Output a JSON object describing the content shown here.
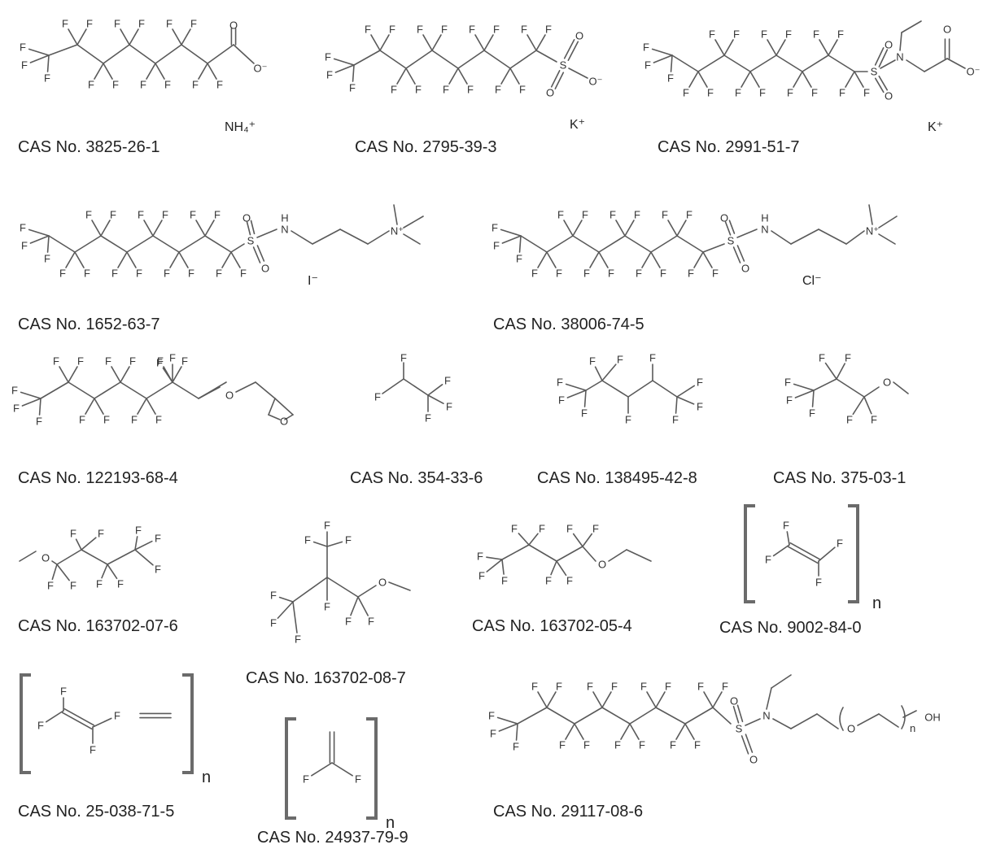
{
  "compounds": [
    {
      "cas": "CAS No. 3825-26-1",
      "counterion": "NH₄⁺"
    },
    {
      "cas": "CAS No. 2795-39-3",
      "counterion": "K⁺"
    },
    {
      "cas": "CAS No. 2991-51-7",
      "counterion": "K⁺"
    },
    {
      "cas": "CAS No. 1652-63-7",
      "counterion": "I⁻"
    },
    {
      "cas": "CAS No. 38006-74-5",
      "counterion": "Cl⁻"
    },
    {
      "cas": "CAS No. 122193-68-4"
    },
    {
      "cas": "CAS No. 354-33-6"
    },
    {
      "cas": "CAS No. 138495-42-8"
    },
    {
      "cas": "CAS No. 375-03-1"
    },
    {
      "cas": "CAS No. 163702-07-6"
    },
    {
      "cas": "CAS No. 163702-08-7"
    },
    {
      "cas": "CAS No. 163702-05-4"
    },
    {
      "cas": "CAS No. 9002-84-0",
      "repeat": "n"
    },
    {
      "cas": "CAS No. 25-038-71-5",
      "repeat": "n"
    },
    {
      "cas": "CAS No. 24937-79-9",
      "repeat": "n"
    },
    {
      "cas": "CAS No. 29117-08-6",
      "repeat": "n"
    }
  ],
  "atoms": {
    "F": "F",
    "O": "O",
    "S": "S",
    "N": "N",
    "H": "H",
    "Nplus": "N⁺",
    "Ominus": "O⁻",
    "OH": "OH"
  }
}
